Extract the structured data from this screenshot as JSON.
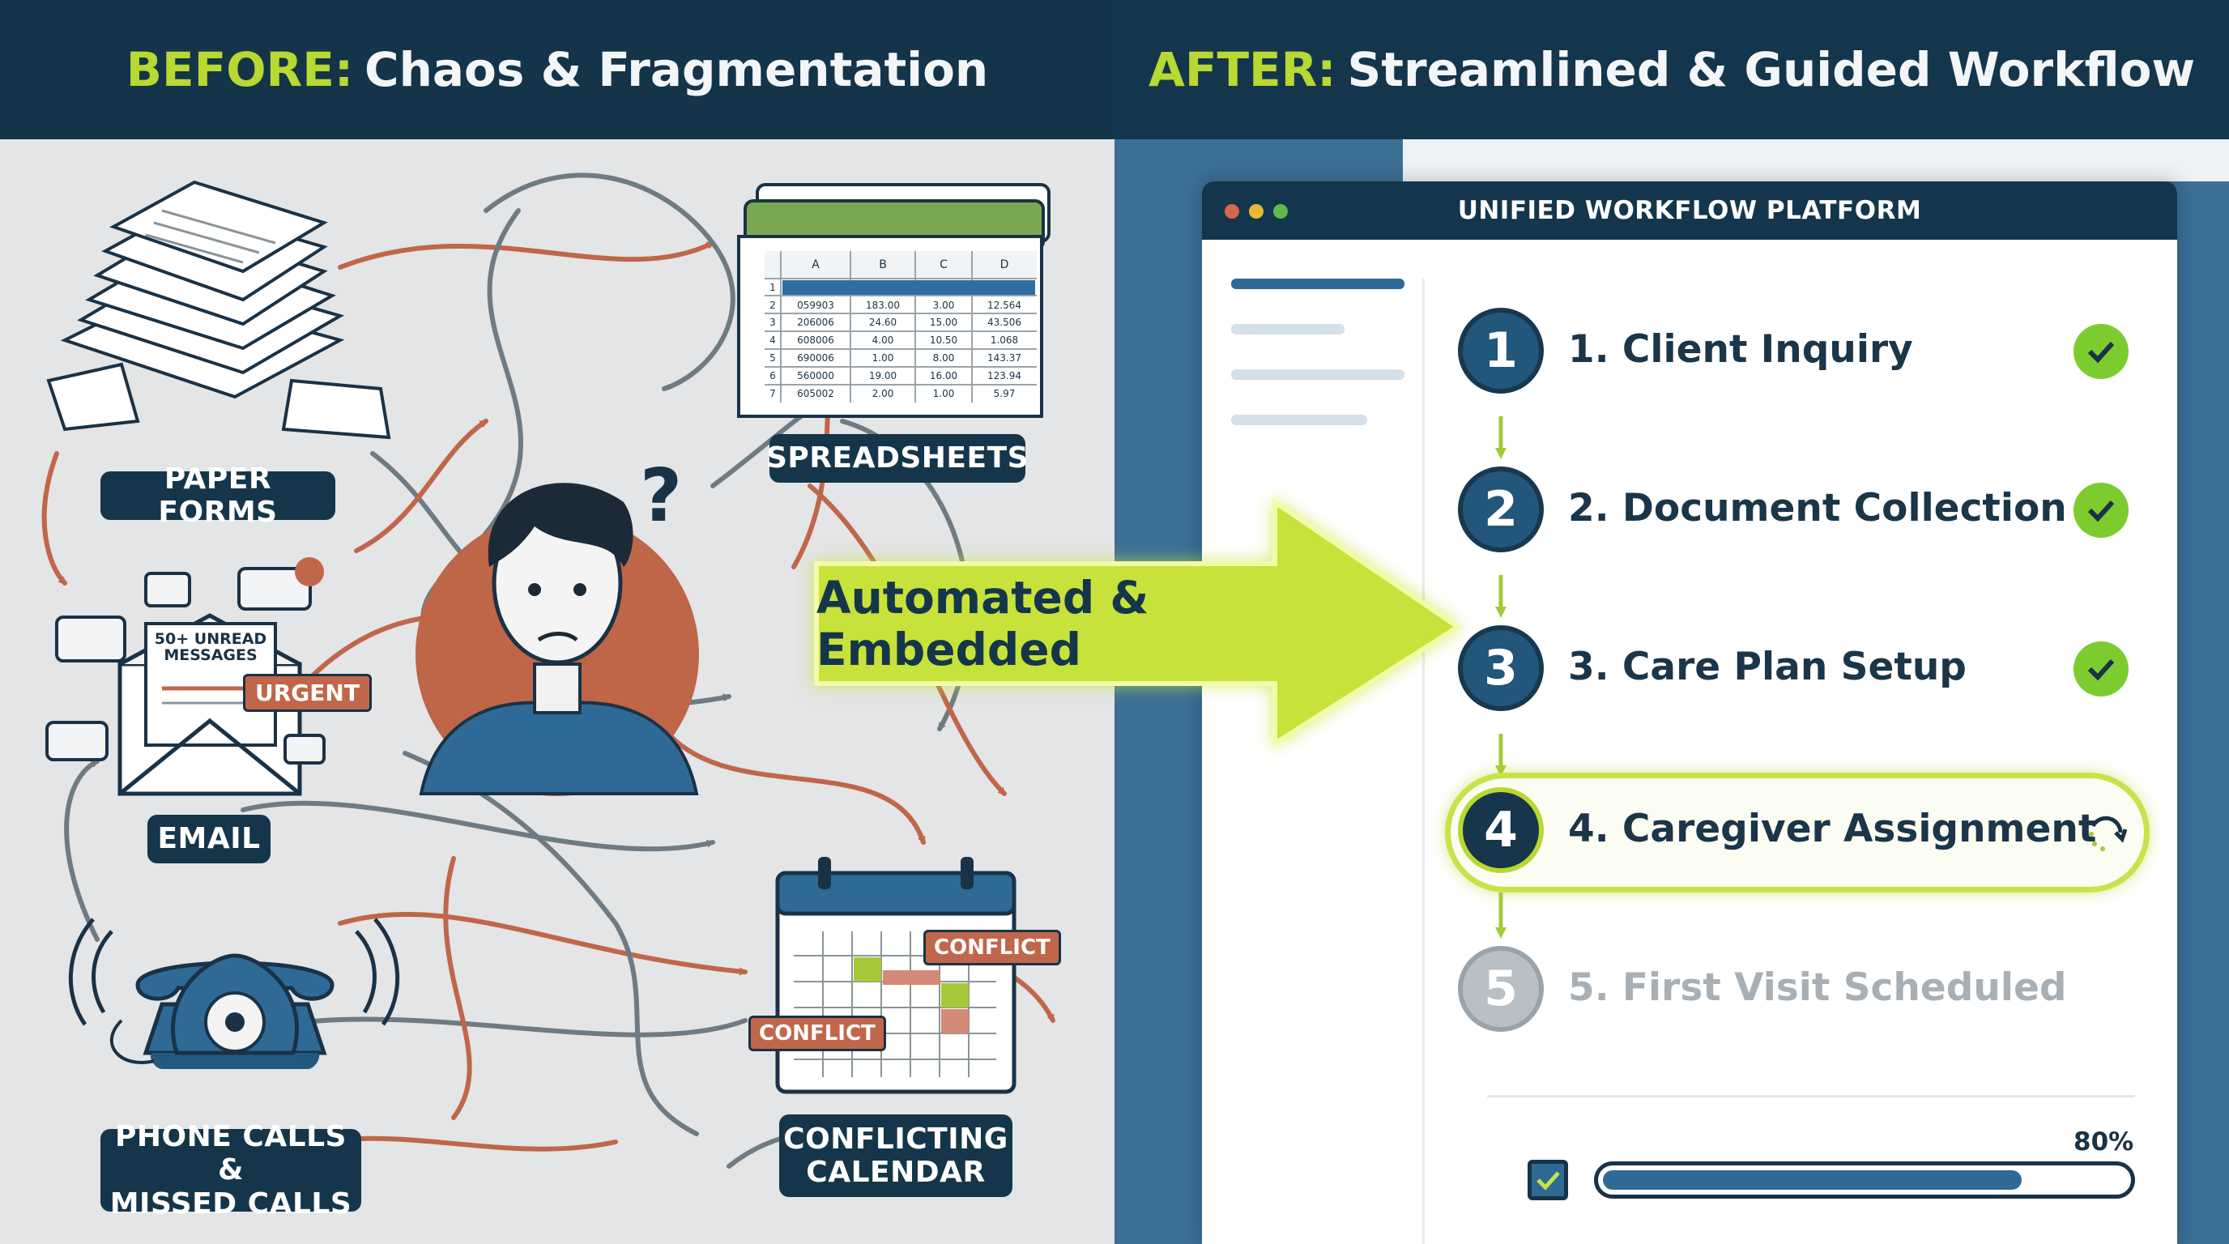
{
  "before": {
    "prefix": "BEFORE:",
    "title": "Chaos & Fragmentation",
    "labels": {
      "paper": "PAPER FORMS",
      "sheets": "SPREADSHEETS",
      "email": "EMAIL",
      "phone_line1": "PHONE CALLS &",
      "phone_line2": "MISSED CALLS",
      "calendar_line1": "CONFLICTING",
      "calendar_line2": "CALENDAR"
    },
    "email_badge_line1": "50+ UNREAD",
    "email_badge_line2": "MESSAGES",
    "urgent": "URGENT",
    "conflict": "CONFLICT",
    "question_mark": "?",
    "spreadsheet": {
      "columns": [
        "A",
        "B",
        "C",
        "D"
      ],
      "rows": [
        [
          "1",
          "",
          "",
          "",
          ""
        ],
        [
          "2",
          "059903",
          "183.00",
          "3.00",
          "12.564"
        ],
        [
          "3",
          "206006",
          "24.60",
          "15.00",
          "43.506"
        ],
        [
          "4",
          "608006",
          "4.00",
          "10.50",
          "1.068"
        ],
        [
          "5",
          "690006",
          "1.00",
          "8.00",
          "143.37"
        ],
        [
          "6",
          "560000",
          "19.00",
          "16.00",
          "123.94"
        ],
        [
          "7",
          "605002",
          "2.00",
          "1.00",
          "5.97"
        ]
      ]
    }
  },
  "arrow_label": "Automated & Embedded",
  "after": {
    "prefix": "AFTER:",
    "title": "Streamlined & Guided Workflow",
    "platform_title": "UNIFIED WORKFLOW PLATFORM",
    "steps": [
      {
        "num": "1",
        "label": "1. Client Inquiry",
        "status": "complete"
      },
      {
        "num": "2",
        "label": "2. Document Collection",
        "status": "complete"
      },
      {
        "num": "3",
        "label": "3. Care Plan Setup",
        "status": "complete"
      },
      {
        "num": "4",
        "label": "4. Caregiver Assignment",
        "status": "in-progress"
      },
      {
        "num": "5",
        "label": "5. First Visit Scheduled",
        "status": "pending"
      }
    ],
    "progress_label": "80%",
    "progress_value": 0.8
  },
  "colors": {
    "navy": "#14364a",
    "accent_green": "#b8d832",
    "orange": "#c0664a",
    "check_green": "#7ccc30",
    "step_blue": "#22567a"
  }
}
